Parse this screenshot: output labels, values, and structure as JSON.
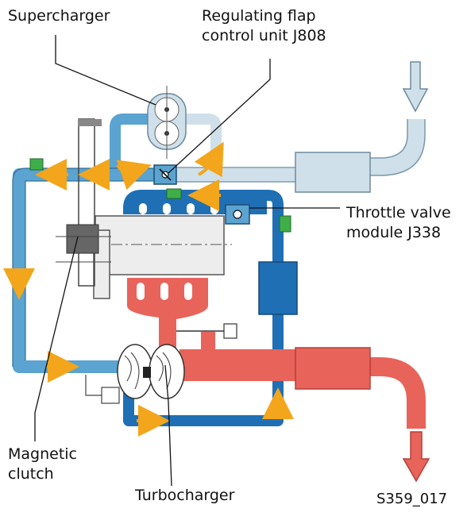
{
  "labels": {
    "supercharger": "Supercharger",
    "flap_line1": "Regulating flap",
    "flap_line2": "control unit J808",
    "throttle_line1": "Throttle valve",
    "throttle_line2": "module J338",
    "clutch_line1": "Magnetic",
    "clutch_line2": "clutch",
    "turbocharger": "Turbocharger",
    "figure_code": "S359_017"
  },
  "colors": {
    "intake_blue": "#5ba3d0",
    "intake_blue_dark": "#2f6f9b",
    "boost_blue": "#1f6fb5",
    "fresh_air": "#cfe0ea",
    "exhaust_red": "#e8635a",
    "exhaust_red_dark": "#d9342b",
    "arrow_orange": "#f3a51b",
    "engine_grey": "#ededed",
    "sensor_green": "#3fae49"
  }
}
